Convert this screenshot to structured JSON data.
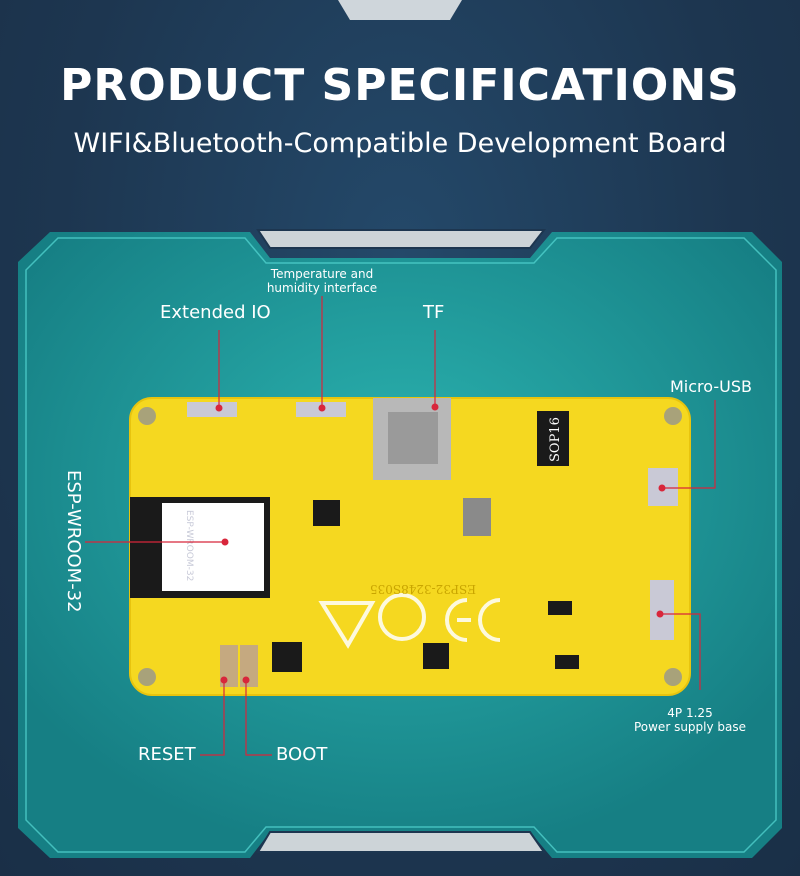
{
  "header": {
    "title": "PRODUCT SPECIFICATIONS",
    "subtitle": "WIFI&Bluetooth-Compatible Development Board"
  },
  "callouts": {
    "extended_io": "Extended IO",
    "temp_humidity": "Temperature and humidity interface",
    "tf": "TF",
    "micro_usb": "Micro-USB",
    "esp_module": "ESP-WROOM-32",
    "reset": "RESET",
    "boot": "BOOT",
    "power_base_line1": "4P 1.25",
    "power_base_line2": "Power supply base"
  },
  "board": {
    "chip_label": "SOP16",
    "board_model": "ESP32-3248S035",
    "module_label": "ESP-WROOM-32"
  },
  "colors": {
    "background": "#1f3a55",
    "frame": "#1a9a9a",
    "board": "#f5d820",
    "callout_line": "#d8263b"
  }
}
